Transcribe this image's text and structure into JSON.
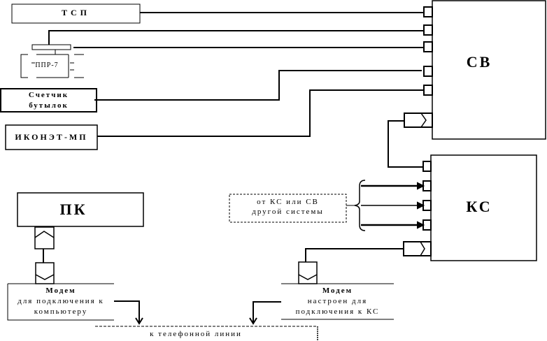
{
  "diagram": {
    "colors": {
      "line": "#000000",
      "background": "#ffffff"
    },
    "blocks": {
      "tsp": {
        "label": "ТСП"
      },
      "ppr7": {
        "label": "ППР-7"
      },
      "counter": {
        "line1": "Счетчик",
        "line2": "бутылок"
      },
      "ikonet": {
        "label": "ИКОНЭТ-МП"
      },
      "sv": {
        "label": "СВ"
      },
      "ks": {
        "label": "КС"
      },
      "pk": {
        "label": "ПК"
      },
      "other_system": {
        "line1": "от КС или СВ",
        "line2": "другой системы"
      },
      "modem_pc": {
        "title": "Модем",
        "line1": "для подключения к",
        "line2": "компьютеру"
      },
      "modem_ks": {
        "title": "Модем",
        "line1": "настроен для",
        "line2": "подключения к КС"
      },
      "phone_line": {
        "label": "к телефонной линии"
      }
    }
  }
}
